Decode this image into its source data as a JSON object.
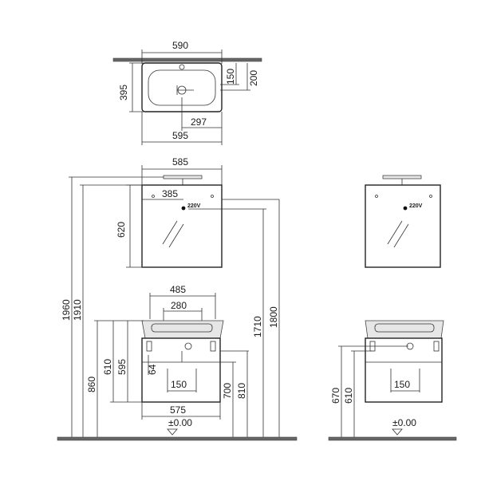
{
  "top_view": {
    "width_590": "590",
    "depth_395": "395",
    "dim_150": "150",
    "dim_200": "200",
    "dim_297": "297",
    "width_595": "595"
  },
  "elevation": {
    "mirror_width": "585",
    "socket_offset": "385",
    "socket_label": "220V",
    "mirror_height": "620",
    "height_1960": "1960",
    "height_1910": "1910",
    "basin_outer": "485",
    "basin_inner": "280",
    "height_1710": "1710",
    "height_1800": "1800",
    "height_610": "610",
    "height_595": "595",
    "height_860": "860",
    "dim_64": "64",
    "drawer_width": "150",
    "height_700": "700",
    "height_810": "810",
    "cabinet_width": "575",
    "floor_level": "±0.00"
  },
  "side_view": {
    "socket_label": "220V",
    "height_670": "670",
    "height_610": "610",
    "drawer_width": "150",
    "floor_level": "±0.00"
  }
}
